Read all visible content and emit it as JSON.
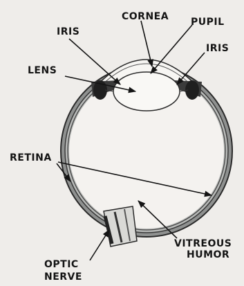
{
  "labels": {
    "cornea": "CORNEA",
    "pupil": "PUPIL",
    "iris_left": "IRIS",
    "iris_right": "IRIS",
    "lens": "LENS",
    "retina": "RETINA",
    "vitreous_line1": "VITREOUS",
    "vitreous_line2": "HUMOR",
    "optic_line1": "OPTIC",
    "optic_line2": "NERVE"
  }
}
